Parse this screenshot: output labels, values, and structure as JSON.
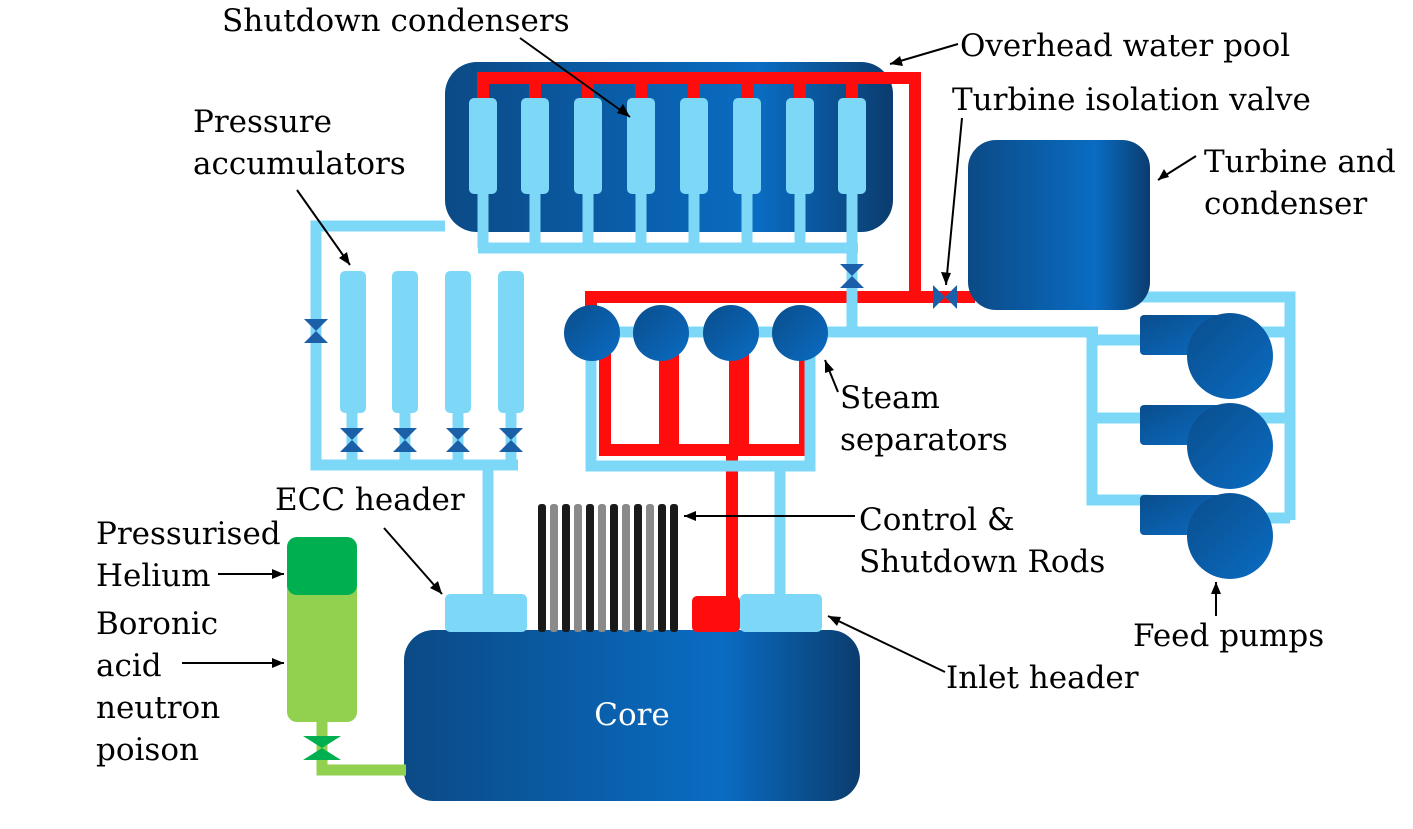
{
  "labels": {
    "shutdown_condensers": "Shutdown condensers",
    "overhead_water_pool": "Overhead water pool",
    "turbine_isolation_valve": "Turbine isolation valve",
    "turbine_and_condenser_line1": "Turbine and",
    "turbine_and_condenser_line2": "condenser",
    "pressure_accumulators_line1": "Pressure",
    "pressure_accumulators_line2": "accumulators",
    "steam_separators_line1": "Steam",
    "steam_separators_line2": "separators",
    "ecc_header": "ECC header",
    "control_rods_line1": "Control &",
    "control_rods_line2": "Shutdown Rods",
    "pressurised_helium_line1": "Pressurised",
    "pressurised_helium_line2": "Helium",
    "boronic_acid_line1": "Boronic",
    "boronic_acid_line2": "acid",
    "boronic_acid_line3": "neutron",
    "boronic_acid_line4": "poison",
    "feed_pumps": "Feed pumps",
    "inlet_header": "Inlet header",
    "core": "Core"
  },
  "colors": {
    "steam_pipe": "#ff0d0d",
    "water_pipe": "#7dd8f8",
    "vessel_dark": "#0a4d8c",
    "vessel_mid": "#0a6ac0",
    "valve": "#1a5fa8",
    "helium": "#00b050",
    "boron": "#92d050",
    "rod_black": "#1a1a1a",
    "rod_grey": "#8a8a8a"
  }
}
